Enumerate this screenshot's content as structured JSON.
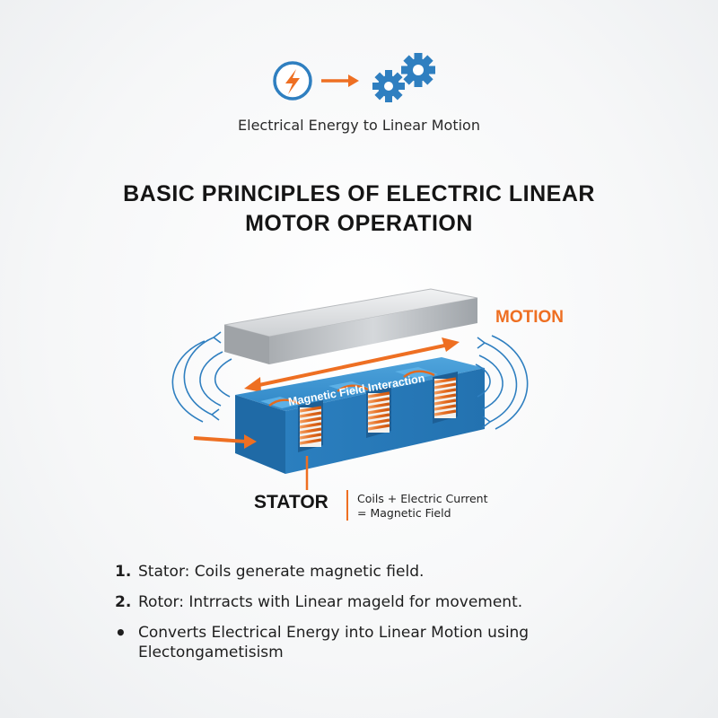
{
  "header": {
    "subtitle": "Electrical Energy to Linear Motion",
    "icons": [
      "lightning-bolt-icon",
      "arrow-right-icon",
      "gears-icon"
    ]
  },
  "title": {
    "line1": "BASIC PRINCIPLES OF ELECTRIC LINEAR",
    "line2": "MOTOR OPERATION"
  },
  "diagram": {
    "motion_label": "MOTION",
    "field_label": "Magnetic Field Interaction",
    "stator_label": "STATOR",
    "stator_desc_line1": "Coils + Electric Current",
    "stator_desc_line2": "= Magnetic Field"
  },
  "points": [
    {
      "marker": "1.",
      "text": "Stator: Coils generate magnetic field."
    },
    {
      "marker": "2.",
      "text": "Rotor: Intrracts with Linear mageld for movement."
    },
    {
      "marker": "•",
      "text": "Converts Electrical Energy into Linear Motion using Electongametisism"
    }
  ],
  "colors": {
    "accent_orange": "#ee6f22",
    "stator_blue": "#2f86c6",
    "icon_blue": "#2f7fc0",
    "rotor_gray": "#c9cbcd"
  }
}
